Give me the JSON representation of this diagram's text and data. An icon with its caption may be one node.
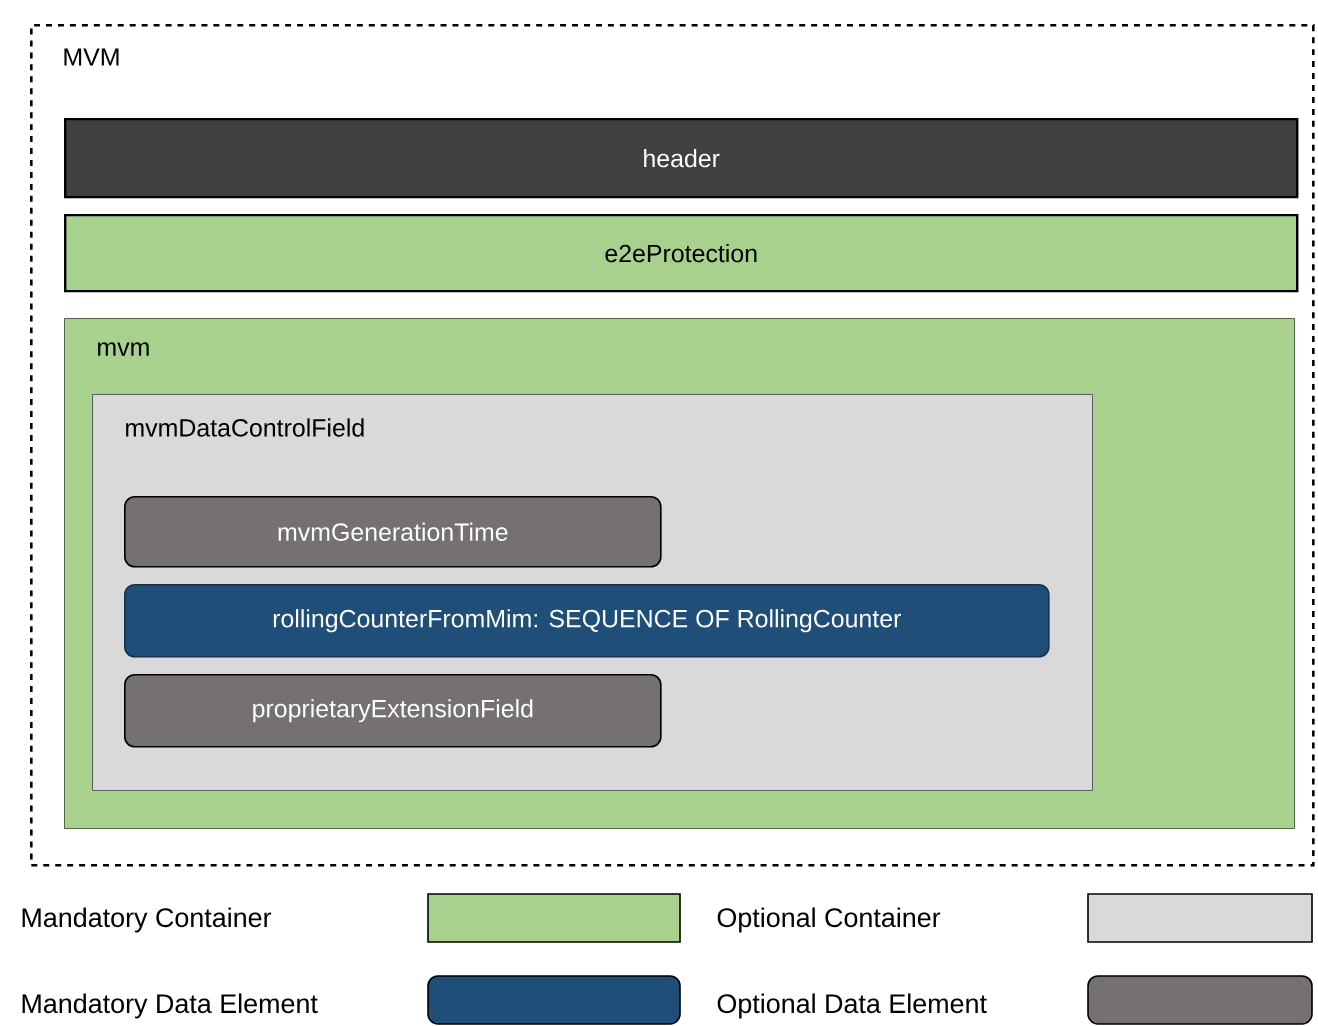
{
  "diagram": {
    "nodes": [
      {
        "text": [
          "MVM"
        ]
      },
      {
        "text": [
          "header"
        ],
        "in": 0
      },
      {
        "text": [
          "e2eProtection"
        ],
        "in": 0
      },
      {
        "text": [
          "mvm"
        ],
        "in": 0
      },
      {
        "text": [
          "mvmDataControlField"
        ],
        "in": 3
      },
      {
        "text": [
          "mvmGenerationTime"
        ],
        "in": 4
      },
      {
        "text": [
          "rollingCounterFromMim: SEQUENCE OF RollingCounter"
        ],
        "in": 4
      },
      {
        "text": [
          "proprietaryExtensionField"
        ],
        "in": 4
      }
    ],
    "legend": [
      {
        "text": "Mandatory Container",
        "color": "#a9d18e"
      },
      {
        "text": "Optional Container",
        "color": "#d9d9d9"
      },
      {
        "text": "Mandatory Data Element",
        "color": "#1f4e79"
      },
      {
        "text": "Optional Data Element",
        "color": "#767171"
      }
    ]
  }
}
